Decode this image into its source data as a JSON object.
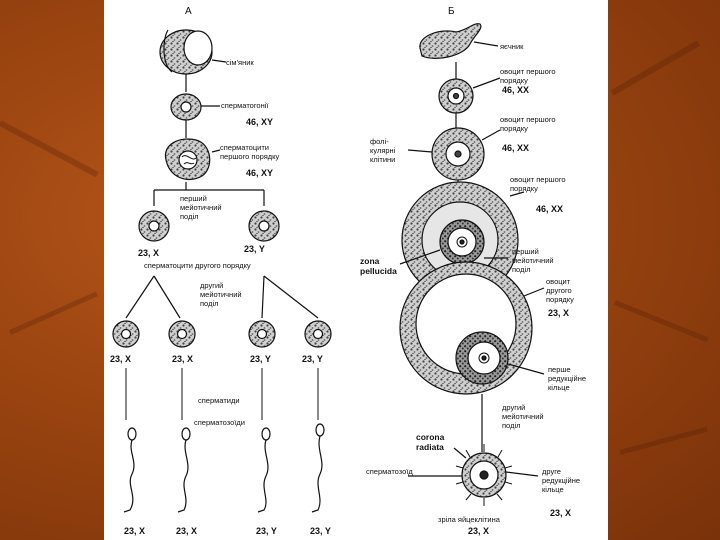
{
  "panel_a": {
    "letter": "А",
    "testis": "сім'яник",
    "spermatogonia": "сперматогонії",
    "spermatogonia_karyotype": "46, XY",
    "primary_spermatocytes": [
      "сперма­тоцити",
      "першого порядку"
    ],
    "primary_karyotype": "46, XY",
    "meiosis_one": [
      "перший",
      "мейотичний",
      "поділ"
    ],
    "secondary_karyotypes": [
      "23, X",
      "23, Y"
    ],
    "secondary_spermatocytes": "сперматоцити другого порядку",
    "meiosis_two": [
      "другий",
      "мейотичний",
      "поділ"
    ],
    "spermatid_karyotypes": [
      "23, X",
      "23, X",
      "23, Y",
      "23, Y"
    ],
    "spermatids": "сперматиди",
    "spermatozoa": "сперматозоїди",
    "sperm_karyotypes": [
      "23, X",
      "23, X",
      "23, Y",
      "23, Y"
    ]
  },
  "panel_b": {
    "letter": "Б",
    "ovary": "яєчник",
    "oocyte1_a": [
      "овоцит першого",
      "порядку"
    ],
    "oocyte1_a_karyotype": "46, XX",
    "oocyte1_b": [
      "овоцит першого",
      "порядку"
    ],
    "oocyte1_b_karyotype": "46, XX",
    "follicular_cells": [
      "фолі-",
      "кулярні",
      "клітини"
    ],
    "oocyte1_c": [
      "овоцит першого",
      "порядку"
    ],
    "oocyte1_c_karyotype": "46, XX",
    "zona_pellucida": [
      "zona",
      "pellucida"
    ],
    "meiosis_one": [
      "перший",
      "мейотичний",
      "поділ"
    ],
    "oocyte2": [
      "овоцит",
      "другого",
      "порядку"
    ],
    "oocyte2_karyotype": "23, X",
    "polar_body_one": [
      "перше",
      "редукційне",
      "кільце"
    ],
    "meiosis_two": [
      "другий",
      "мейотичний",
      "поділ"
    ],
    "corona_radiata": [
      "corona",
      "radiata"
    ],
    "spermatozoon": "сперматозоїд",
    "polar_body_two": [
      "друге",
      "редукційне",
      "кільце"
    ],
    "second_oocyte_karyotype": "23, X",
    "mature_egg": "зріла яйцеклітина",
    "egg_karyotype": "23, X"
  }
}
